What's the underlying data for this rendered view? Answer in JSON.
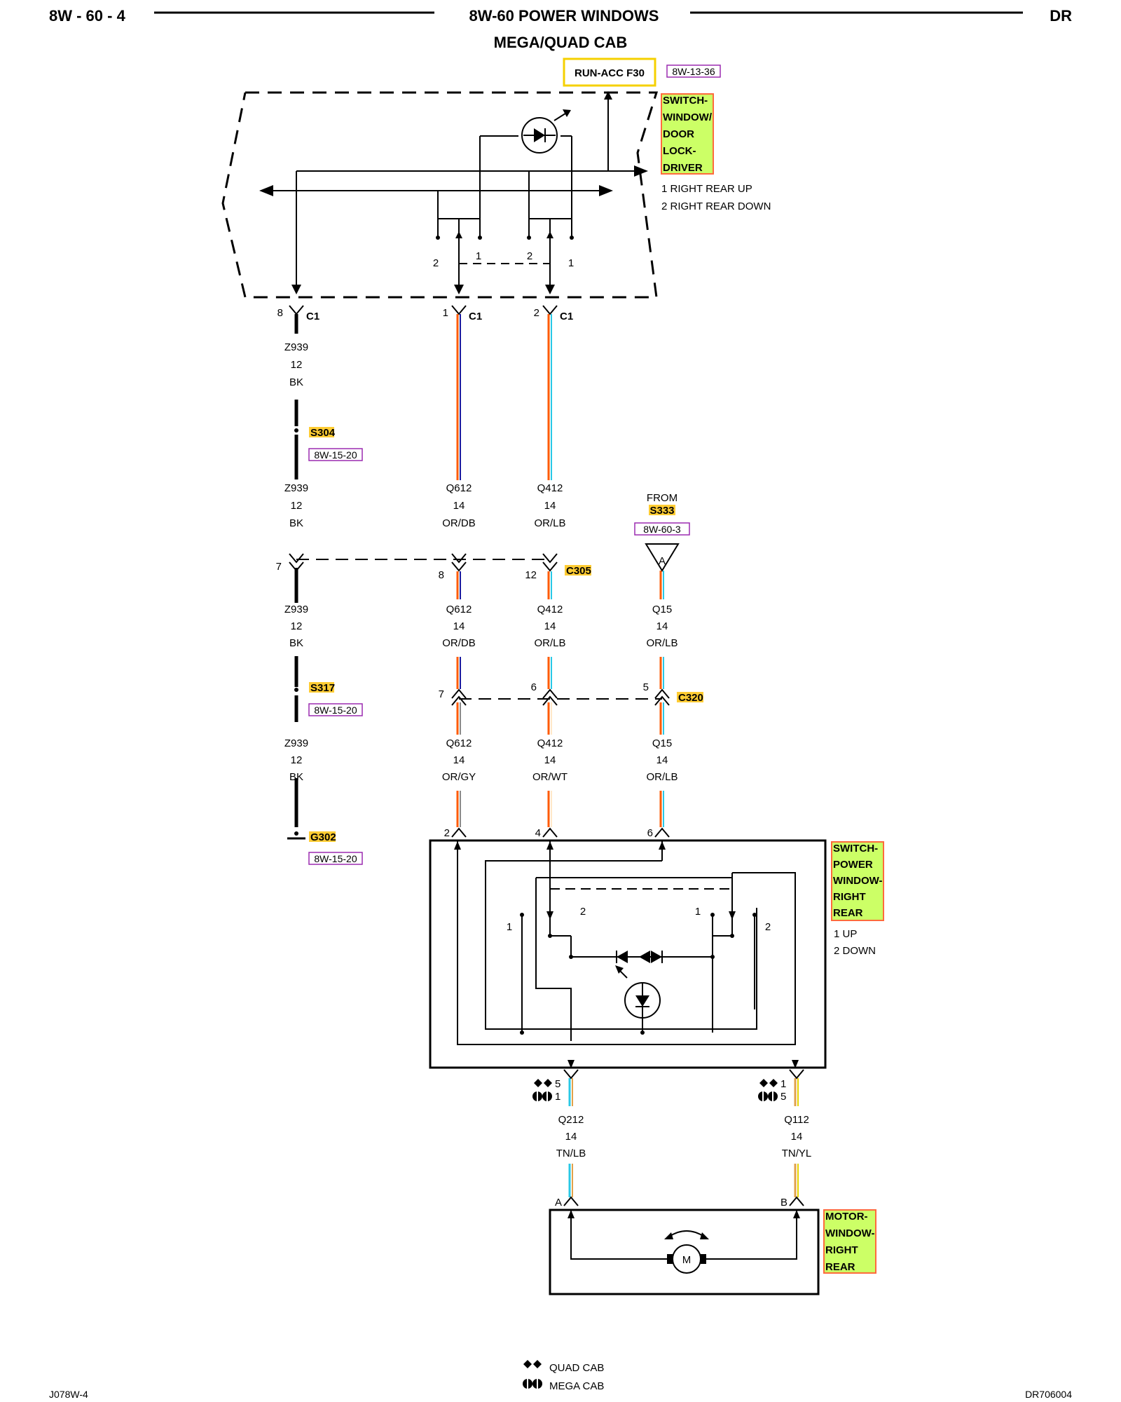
{
  "header": {
    "page_code": "8W - 60 - 4",
    "title": "8W-60 POWER WINDOWS",
    "subtitle": "MEGA/QUAD CAB",
    "vehicle": "DR"
  },
  "top": {
    "fuse_label": "RUN-ACC F30",
    "fuse_ref": "8W-13-36"
  },
  "driver_switch": {
    "name_lines": [
      "SWITCH-",
      "WINDOW/",
      "DOOR",
      "LOCK-",
      "DRIVER"
    ],
    "legend_lines": [
      "1 RIGHT REAR UP",
      "2 RIGHT REAR DOWN"
    ],
    "contact_numbers": [
      "2",
      "1",
      "2",
      "1"
    ]
  },
  "c1_connector": {
    "pins": [
      {
        "pin": "8",
        "name": "C1"
      },
      {
        "pin": "1",
        "name": "C1"
      },
      {
        "pin": "2",
        "name": "C1"
      }
    ]
  },
  "wire_blocks": {
    "z939": [
      "Z939",
      "12",
      "BK"
    ],
    "q612_a": [
      "Q612",
      "14",
      "OR/DB"
    ],
    "q412_a": [
      "Q412",
      "14",
      "OR/LB"
    ],
    "q612_b": [
      "Q612",
      "14",
      "OR/DB"
    ],
    "q412_b": [
      "Q412",
      "14",
      "OR/LB"
    ],
    "q15_a": [
      "Q15",
      "14",
      "OR/LB"
    ],
    "q612_c": [
      "Q612",
      "14",
      "OR/GY"
    ],
    "q412_c": [
      "Q412",
      "14",
      "OR/WT"
    ],
    "q15_b": [
      "Q15",
      "14",
      "OR/LB"
    ],
    "q212": [
      "Q212",
      "14",
      "TN/LB"
    ],
    "q112": [
      "Q112",
      "14",
      "TN/YL"
    ]
  },
  "splices": [
    {
      "id": "S304",
      "ref": "8W-15-20"
    },
    {
      "id": "S317",
      "ref": "8W-15-20"
    },
    {
      "id": "G302",
      "ref": "8W-15-20"
    }
  ],
  "from_block": {
    "label": "FROM",
    "splice": "S333",
    "ref": "8W-60-3",
    "triangle": "A"
  },
  "c305": {
    "name": "C305",
    "pins": [
      "7",
      "8",
      "12"
    ]
  },
  "c320": {
    "name": "C320",
    "pins": [
      "7",
      "6",
      "5"
    ]
  },
  "rr_switch": {
    "name_lines": [
      "SWITCH-",
      "POWER",
      "WINDOW-",
      "RIGHT",
      "REAR"
    ],
    "legend_lines": [
      "1 UP",
      "2 DOWN"
    ],
    "input_pins": [
      "2",
      "4",
      "6"
    ],
    "contact_numbers": [
      "1",
      "2",
      "1",
      "2"
    ],
    "out_left_pins": [
      "5",
      "1"
    ],
    "out_right_pins": [
      "1",
      "5"
    ]
  },
  "motor": {
    "name_lines": [
      "MOTOR-",
      "WINDOW-",
      "RIGHT",
      "REAR"
    ],
    "pin_a": "A",
    "pin_b": "B",
    "symbol": "M"
  },
  "legend": {
    "quad": "QUAD CAB",
    "mega": "MEGA CAB"
  },
  "footer": {
    "left": "J078W-4",
    "right": "DR706004"
  },
  "colors": {
    "black_wire": "#000000",
    "orange": "#ff5a00",
    "dark_blue": "#1a1aa0",
    "light_blue": "#29c8e6",
    "gray": "#8a8a8a",
    "white": "#ffffff",
    "tan": "#e2a24a",
    "yellow": "#e6d400",
    "component_fill": "#ccff66",
    "component_border": "#ff6a3c",
    "ref_border": "#9b2bb0",
    "splice_fill": "#ffcc33",
    "fuse_border": "#f5d000"
  }
}
